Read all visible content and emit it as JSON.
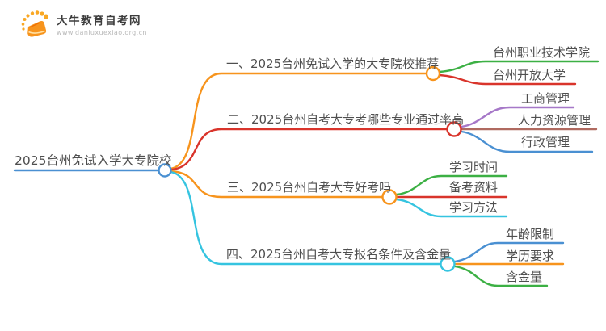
{
  "logo": {
    "site_name": "大牛教育自考网",
    "site_url": "www.daniuxuexiao.org.cn",
    "icon": "book-with-rays-icon",
    "icon_color": "#f7941d"
  },
  "colors": {
    "root_line": "#4a90d2",
    "orange": "#f7941d",
    "red": "#d9342b",
    "green": "#3cb044",
    "purple": "#a678c8",
    "brown": "#b06a60",
    "cyan": "#35c4e0",
    "blue": "#4a90d2",
    "text": "#4f4f4f"
  },
  "mindmap": {
    "root": {
      "label": "2025台州免试入学大专院校",
      "color": "#4a90d2"
    },
    "branches": [
      {
        "label": "一、2025台州免试入学的大专院校推荐",
        "color": "#f7941d",
        "children": [
          {
            "label": "台州职业技术学院",
            "color": "#3cb044"
          },
          {
            "label": "台州开放大学",
            "color": "#d9342b"
          }
        ]
      },
      {
        "label": "二、2025台州自考大专考哪些专业通过率高",
        "color": "#d9342b",
        "children": [
          {
            "label": "工商管理",
            "color": "#a678c8"
          },
          {
            "label": "人力资源管理",
            "color": "#b06a60"
          },
          {
            "label": "行政管理",
            "color": "#4a90d2"
          }
        ]
      },
      {
        "label": "三、2025台州自考大专好考吗",
        "color": "#f7941d",
        "children": [
          {
            "label": "学习时间",
            "color": "#3cb044"
          },
          {
            "label": "备考资料",
            "color": "#d9342b"
          },
          {
            "label": "学习方法",
            "color": "#35c4e0"
          }
        ]
      },
      {
        "label": "四、2025台州自考大专报名条件及含金量",
        "color": "#35c4e0",
        "children": [
          {
            "label": "年龄限制",
            "color": "#4a90d2"
          },
          {
            "label": "学历要求",
            "color": "#f7941d"
          },
          {
            "label": "含金量",
            "color": "#3cb044"
          }
        ]
      }
    ]
  }
}
